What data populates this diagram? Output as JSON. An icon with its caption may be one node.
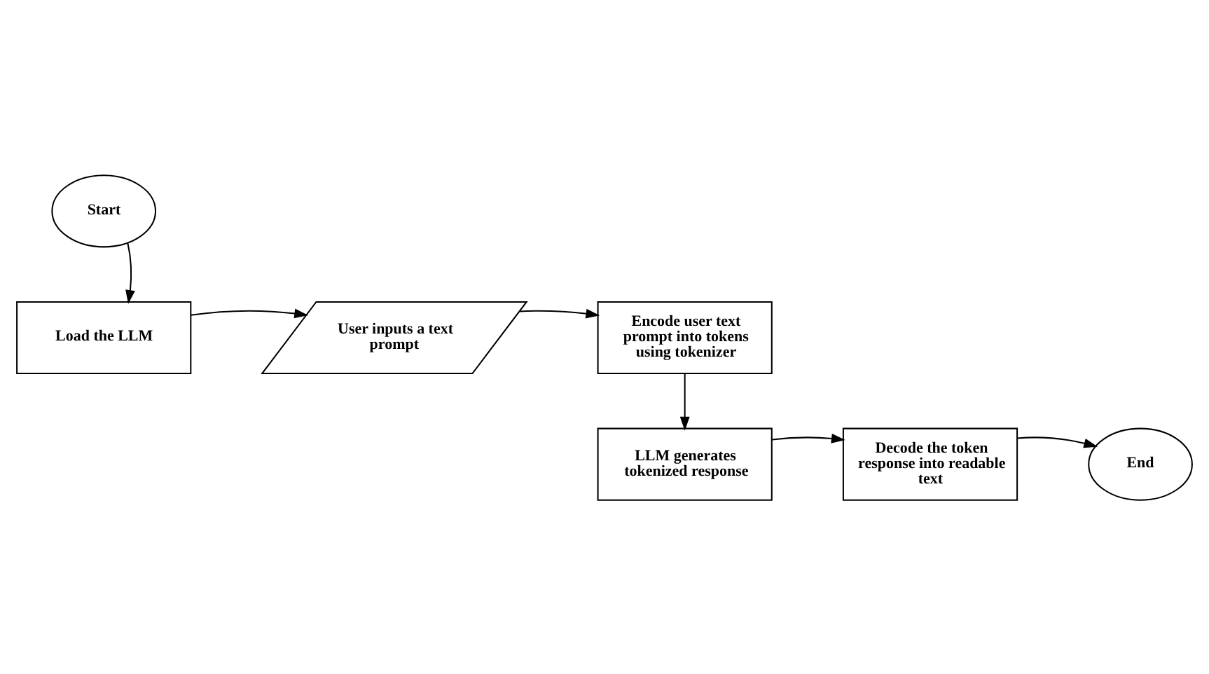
{
  "diagram": {
    "nodes": [
      {
        "text": [
          "Start"
        ]
      },
      {
        "text": [
          "Load the LLM"
        ]
      },
      {
        "text": [
          "User inputs a text prompt"
        ]
      },
      {
        "text": [
          "Encode user text prompt into tokens using tokenizer"
        ]
      },
      {
        "text": [
          "LLM generates tokenized response"
        ]
      },
      {
        "text": [
          "Decode the token response into readable text"
        ]
      },
      {
        "text": [
          "End"
        ]
      }
    ],
    "edges": [
      {
        "from": 0,
        "to": 1,
        "arrow": "to"
      },
      {
        "from": 1,
        "to": 2,
        "arrow": "to"
      },
      {
        "from": 2,
        "to": 3,
        "arrow": "to"
      },
      {
        "from": 3,
        "to": 4,
        "arrow": "to"
      },
      {
        "from": 4,
        "to": 5,
        "arrow": "to"
      },
      {
        "from": 5,
        "to": 6,
        "arrow": "to"
      }
    ]
  }
}
